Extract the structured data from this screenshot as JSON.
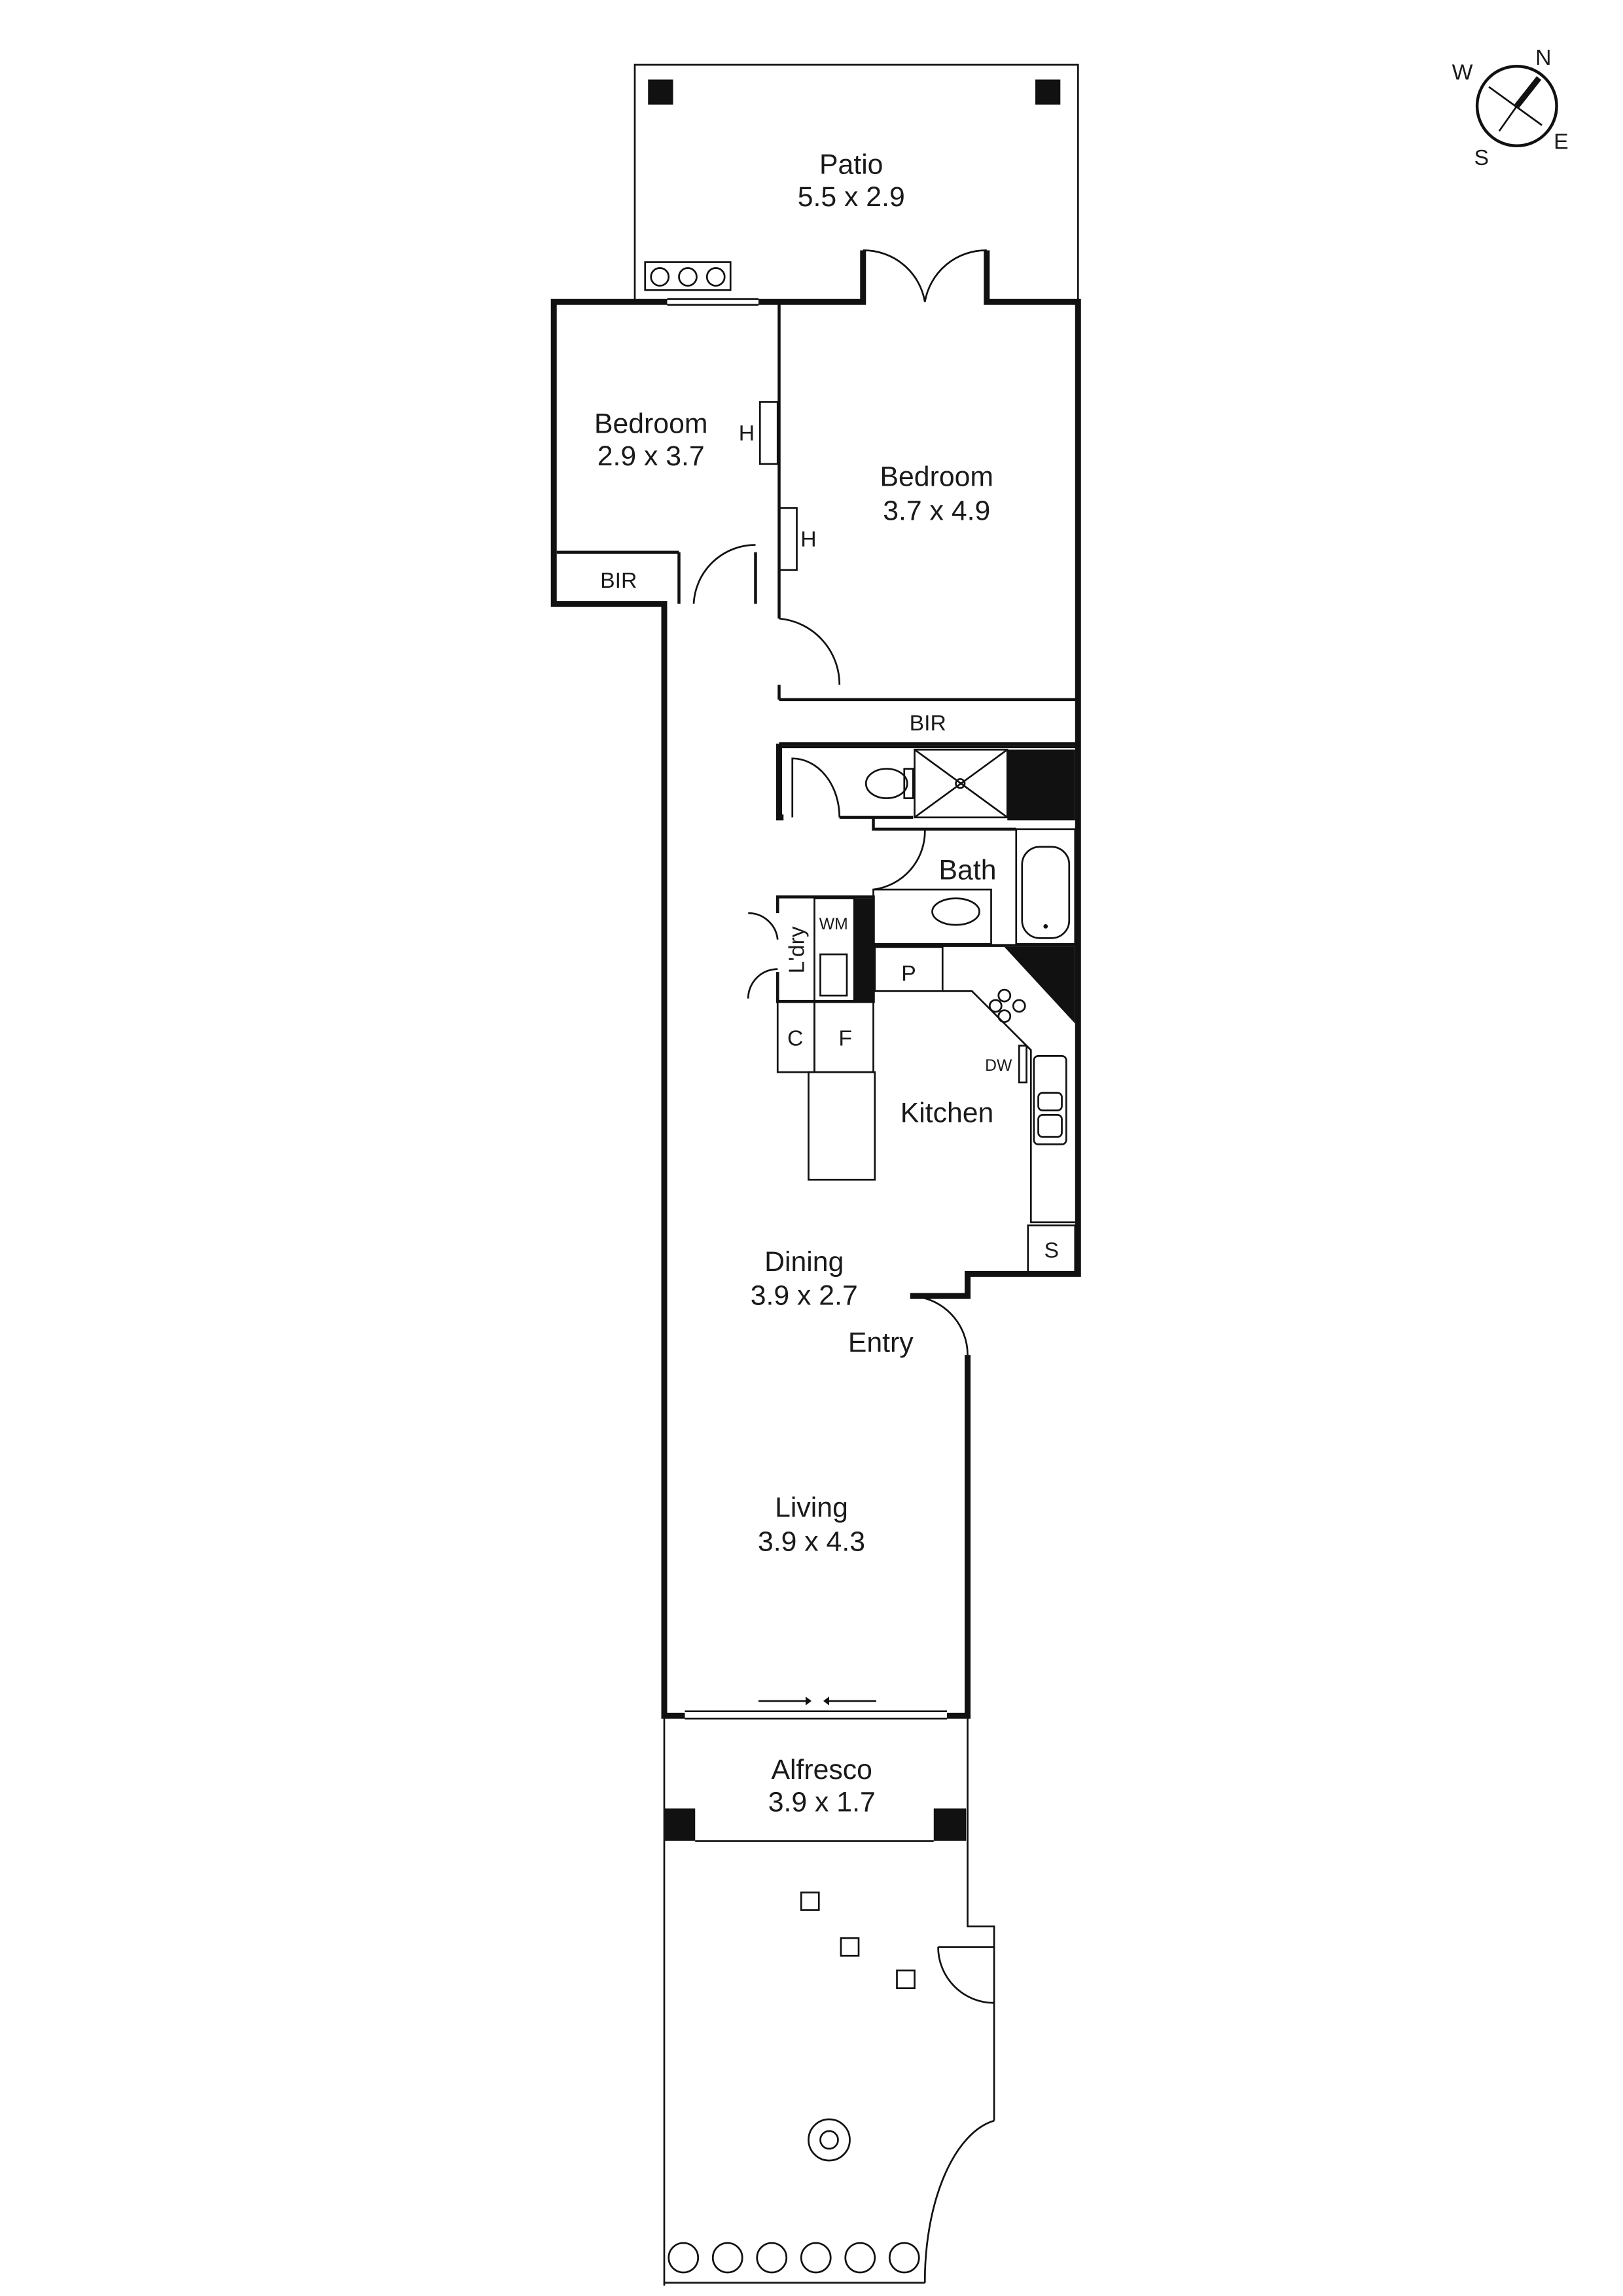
{
  "rooms": {
    "patio": {
      "name": "Patio",
      "size": "5.5 x 2.9"
    },
    "bedroom2": {
      "name": "Bedroom",
      "size": "2.9 x 3.7"
    },
    "bedroom1": {
      "name": "Bedroom",
      "size": "3.7 x 4.9"
    },
    "bir_small": "BIR",
    "bir_main": "BIR",
    "bath": "Bath",
    "laundry": "L'dry",
    "wm": "WM",
    "pantry": "P",
    "c": "C",
    "f": "F",
    "dw": "DW",
    "kitchen": "Kitchen",
    "s": "S",
    "heater1": "H",
    "heater2": "H",
    "dining": {
      "name": "Dining",
      "size": "3.9 x 2.7"
    },
    "entry": "Entry",
    "living": {
      "name": "Living",
      "size": "3.9 x 4.3"
    },
    "alfresco": {
      "name": "Alfresco",
      "size": "3.9 x 1.7"
    }
  },
  "compass": {
    "n": "N",
    "e": "E",
    "s": "S",
    "w": "W"
  }
}
